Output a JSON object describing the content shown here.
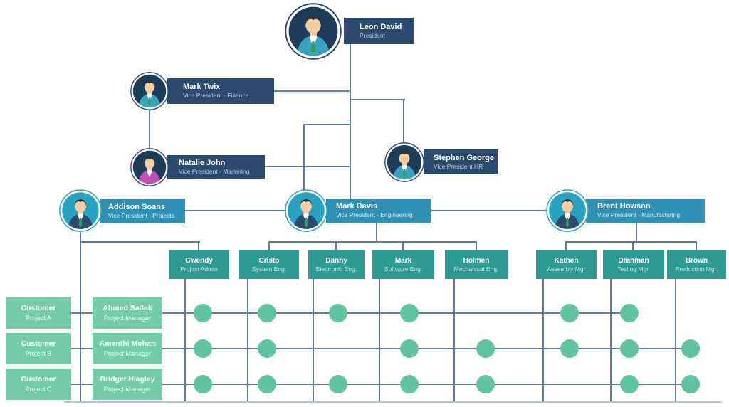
{
  "president": {
    "name": "Leon David",
    "title": "President"
  },
  "level2": [
    {
      "name": "Mark Twix",
      "title": "Vice President - Finance"
    },
    {
      "name": "Natalie John",
      "title": "Vice President - Marketing"
    },
    {
      "name": "Stephen George",
      "title": "Vice President HR"
    }
  ],
  "level3": [
    {
      "name": "Addison Soans",
      "title": "Vice President - Projects"
    },
    {
      "name": "Mark Davis",
      "title": "Vice President - Engineering"
    },
    {
      "name": "Brent Howson",
      "title": "Vice President - Manufacturing"
    }
  ],
  "managers": [
    {
      "name": "Gwendy",
      "title": "Project Admin"
    },
    {
      "name": "Cristo",
      "title": "System Eng."
    },
    {
      "name": "Danny",
      "title": "Electronic Eng."
    },
    {
      "name": "Mark",
      "title": "Software Eng."
    },
    {
      "name": "Holmen",
      "title": "Mechanical Eng."
    },
    {
      "name": "Kathen",
      "title": "Assembly Mgr"
    },
    {
      "name": "Drahman",
      "title": "Testing Mgr."
    },
    {
      "name": "Brown",
      "title": "Production Mgr."
    }
  ],
  "project_rows": [
    {
      "customer": "Customer",
      "project": "Project A",
      "pm_name": "Ahmed Sadak",
      "pm_title": "Project Manager"
    },
    {
      "customer": "Customer",
      "project": "Project B",
      "pm_name": "Amenthi Mohan",
      "pm_title": "Project Manager"
    },
    {
      "customer": "Customer",
      "project": "Project C",
      "pm_name": "Bridget Hiagley",
      "pm_title": "Project Manager"
    }
  ],
  "matrix": {
    "columns": [
      "Gwendy",
      "Cristo",
      "Danny",
      "Mark",
      "Holmen",
      "Kathen",
      "Drahman",
      "Brown"
    ],
    "rows": [
      "Project A",
      "Project B",
      "Project C"
    ],
    "assignments": [
      [
        1,
        1,
        1,
        1,
        0,
        1,
        1,
        0
      ],
      [
        1,
        1,
        0,
        1,
        1,
        1,
        1,
        1
      ],
      [
        1,
        1,
        1,
        1,
        1,
        0,
        1,
        1
      ]
    ]
  },
  "colors": {
    "navy_box": "#2b4a6e",
    "blue_box": "#2e90b5",
    "teal_box": "#2e9b93",
    "green_box": "#74ccab",
    "dot": "#5fc49f",
    "connector": "#5e7ba3",
    "baseline": "#b6c3d8"
  }
}
